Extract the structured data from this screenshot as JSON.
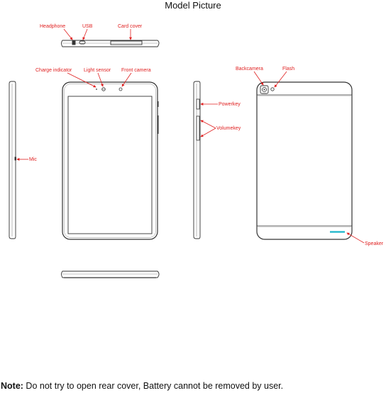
{
  "title": "Model Picture",
  "labels": {
    "headphone": "Headphone",
    "usb": "USB",
    "card_cover": "Card cover",
    "charge_indicator": "Charge indicator",
    "light_sensor": "Light sensor",
    "front_camera": "Front camera",
    "mic": "Mic",
    "powerkey": "Powerkey",
    "volumekey": "Volumekey",
    "backcamera": "Backcamera",
    "flash": "Flash",
    "speaker": "Speaker"
  },
  "note": {
    "prefix": "Note:",
    "text": " Do not try to open rear cover, Battery cannot be removed by user."
  },
  "colors": {
    "label": "#e02020",
    "outline": "#333333"
  }
}
